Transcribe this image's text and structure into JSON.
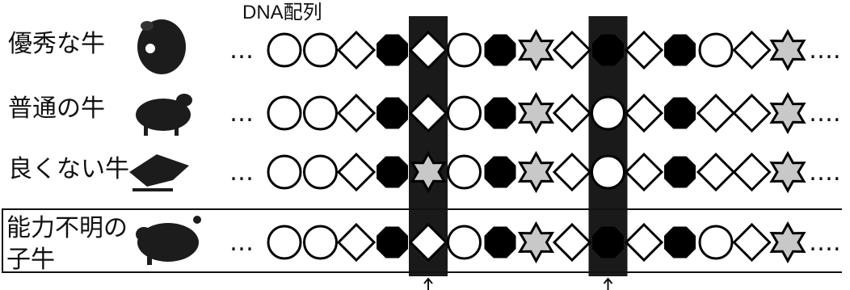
{
  "dna_label": "DNA配列",
  "rows": [
    {
      "label": "優秀な牛",
      "animal_icon": "cow-silhouette-icon",
      "sequence": [
        "circle",
        "circle",
        "diamond",
        "hexagon",
        "diamond-on-dark",
        "circle",
        "hexagon",
        "star",
        "diamond",
        "hexagon-on-dark",
        "diamond",
        "hexagon",
        "circle",
        "diamond",
        "star"
      ]
    },
    {
      "label": "普通の牛",
      "animal_icon": "cow-silhouette-icon",
      "sequence": [
        "circle",
        "circle",
        "diamond",
        "hexagon",
        "diamond-on-dark",
        "circle",
        "hexagon",
        "star",
        "diamond",
        "circle-on-dark",
        "diamond",
        "hexagon",
        "diamond",
        "diamond",
        "star"
      ]
    },
    {
      "label": "良くない牛",
      "animal_icon": "cow-silhouette-icon",
      "sequence": [
        "circle",
        "circle",
        "diamond",
        "hexagon",
        "star-on-dark",
        "circle",
        "hexagon",
        "star",
        "diamond",
        "circle-on-dark",
        "diamond",
        "hexagon",
        "diamond",
        "diamond",
        "star"
      ]
    },
    {
      "label_lines": [
        "能力不明の",
        "子牛"
      ],
      "animal_icon": "calf-silhouette-icon",
      "sequence": [
        "circle",
        "circle",
        "diamond",
        "hexagon",
        "diamond-on-dark",
        "circle",
        "hexagon",
        "star",
        "diamond",
        "hexagon-on-dark",
        "diamond",
        "hexagon",
        "circle",
        "diamond",
        "star"
      ]
    }
  ],
  "leading_dots": "…",
  "trailing_dots": "….",
  "highlight_columns": [
    4,
    9
  ],
  "marker_icon": "up-arrow-icon",
  "colors": {
    "highlight": "#1a1a1a",
    "shape_fill": "#ffffff",
    "shape_stroke": "#000000",
    "hexagon_fill": "#000000",
    "star_fill": "#c8c8c8"
  }
}
